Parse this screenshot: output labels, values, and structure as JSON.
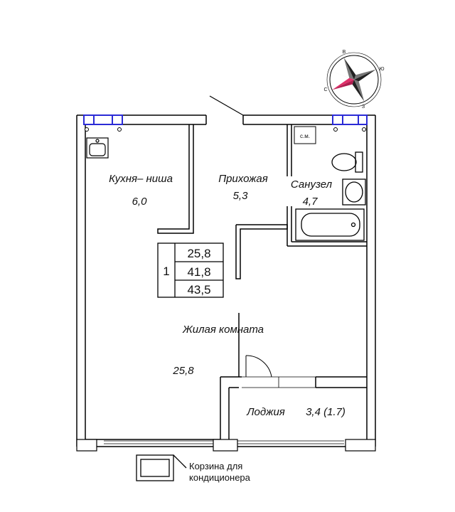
{
  "rooms": {
    "kitchen": {
      "name": "Кухня– ниша",
      "area": "6,0"
    },
    "hall": {
      "name": "Прихожая",
      "area": "5,3"
    },
    "bathroom": {
      "name": "Санузел",
      "area": "4,7"
    },
    "living": {
      "name": "Жилая  комната",
      "area": "25,8"
    },
    "loggia": {
      "name": "Лоджия",
      "area": "3,4 (1.7)"
    }
  },
  "summary": {
    "rooms_count": "1",
    "living_area": "25,8",
    "total_area": "41,8",
    "total_with_loggia": "43,5"
  },
  "fixtures": {
    "washer_label": "с.м."
  },
  "ac_basket": {
    "line1": "Корзина для",
    "line2": "кондиционера"
  },
  "compass": {
    "letters": [
      "В",
      "Ю",
      "С",
      "З"
    ]
  },
  "colors": {
    "wall": "#000000",
    "window": "#2b2bd6",
    "compass_south": "#e0306a",
    "compass_dark": "#222222"
  }
}
